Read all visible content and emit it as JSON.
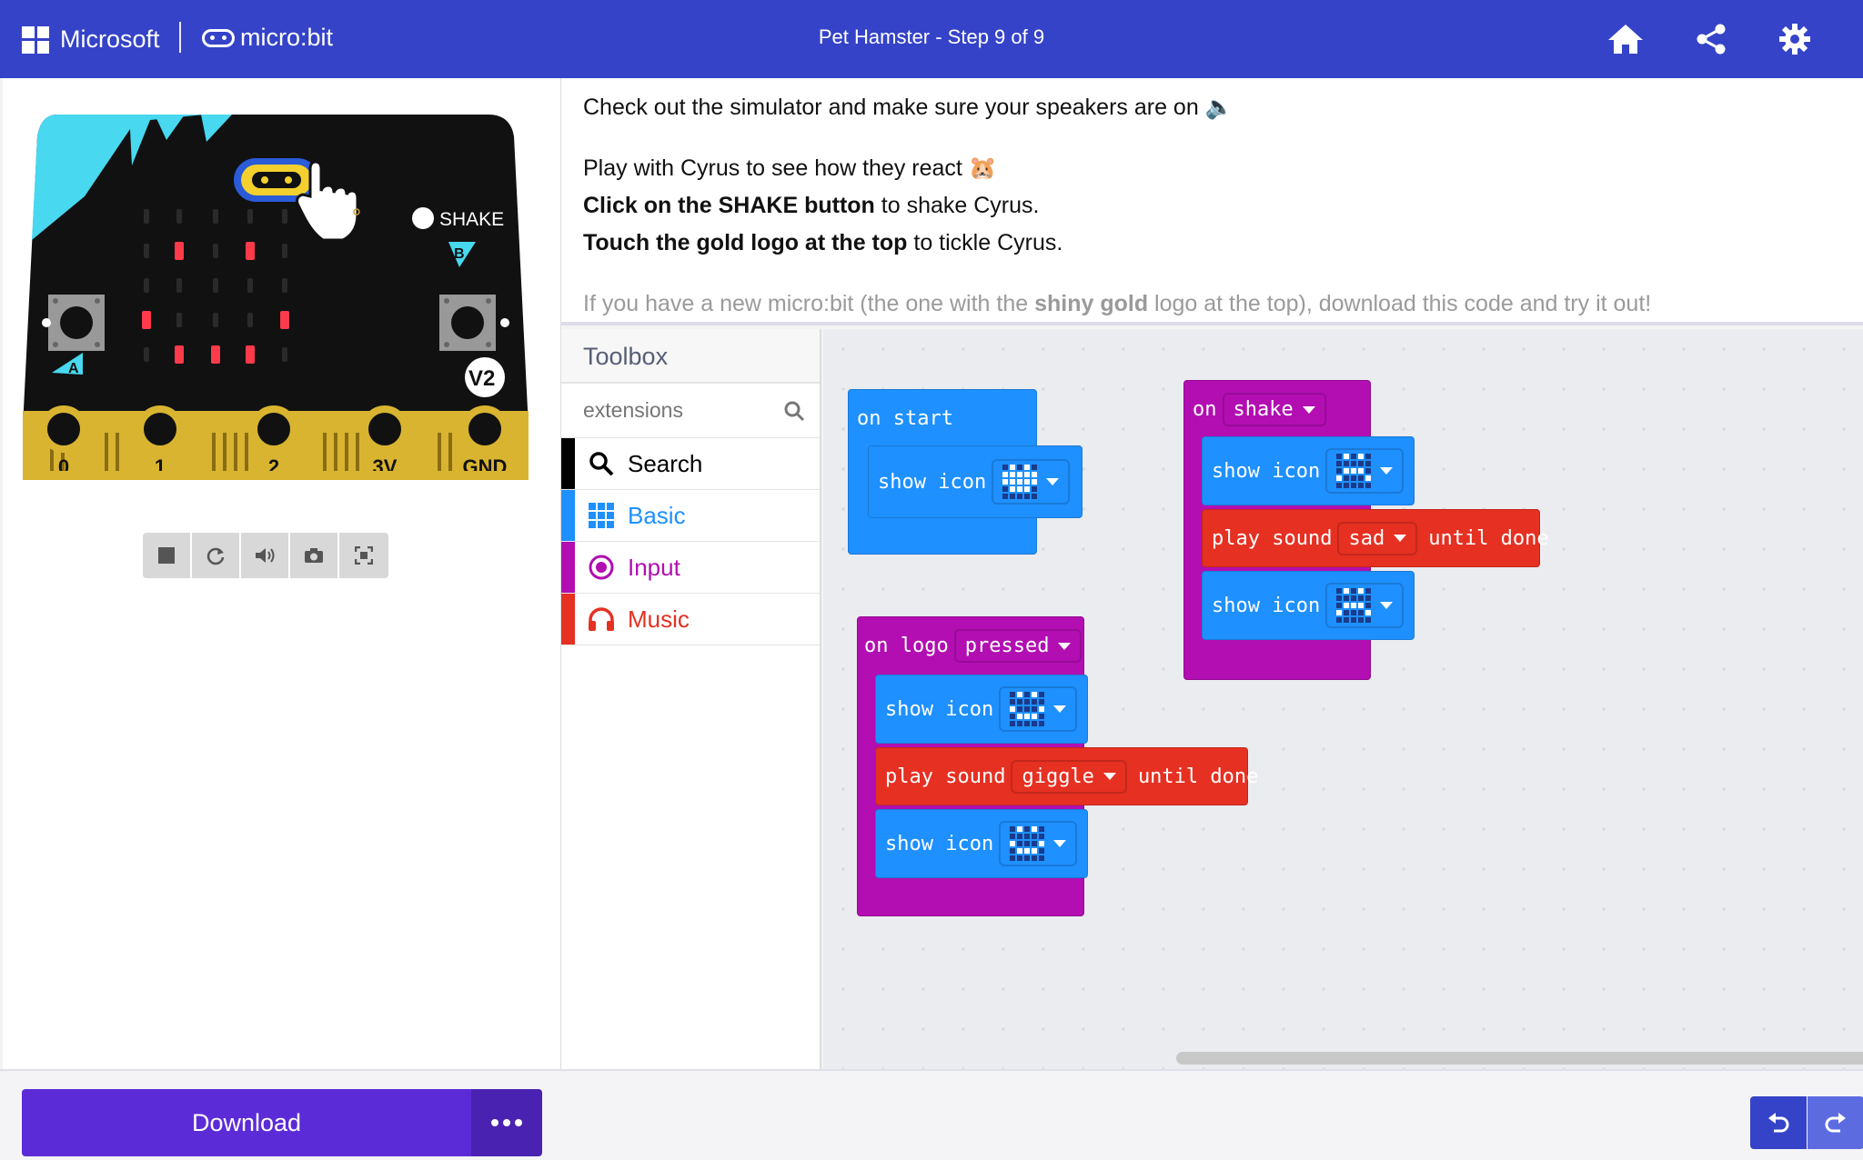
{
  "header": {
    "brand": "Microsoft",
    "product": "micro:bit",
    "title": "Pet Hamster  -  Step 9 of 9",
    "icons": [
      "home-icon",
      "share-icon",
      "settings-gear-icon"
    ]
  },
  "simulator": {
    "shake_label": "SHAKE",
    "button_a": "A",
    "button_b": "B",
    "version": "V2",
    "pins": [
      "0",
      "1",
      "2",
      "3V",
      "GND"
    ],
    "led_matrix": [
      [
        0,
        0,
        0,
        0,
        0
      ],
      [
        0,
        1,
        0,
        1,
        0
      ],
      [
        0,
        0,
        0,
        0,
        0
      ],
      [
        1,
        0,
        0,
        0,
        1
      ],
      [
        0,
        1,
        1,
        1,
        0
      ]
    ],
    "controls": [
      "stop-icon",
      "restart-icon",
      "volume-icon",
      "screenshot-icon",
      "fullscreen-icon"
    ]
  },
  "instructions": {
    "line1": "Check out the simulator and make sure your speakers are on 🔈",
    "line2": "Play with Cyrus to see how they react 🐹",
    "line3_bold": "Click on the SHAKE button",
    "line3_rest": " to shake Cyrus.",
    "line4_bold": "Touch the gold logo at the top",
    "line4_rest": " to tickle Cyrus.",
    "line5_pre": "If you have a new micro:bit (the one with the ",
    "line5_bold": "shiny gold",
    "line5_post": " logo at the top), download this code and try it out!"
  },
  "toolbox": {
    "title": "Toolbox",
    "search_placeholder": "extensions",
    "categories": [
      {
        "label": "Search",
        "color": "#000000",
        "icon": "search-icon"
      },
      {
        "label": "Basic",
        "color": "#1e90ff",
        "icon": "grid-icon"
      },
      {
        "label": "Input",
        "color": "#b20eb2",
        "icon": "target-icon"
      },
      {
        "label": "Music",
        "color": "#e63022",
        "icon": "headphones-icon"
      }
    ]
  },
  "blocks": {
    "on_start": {
      "label": "on start",
      "show_icon": "show icon"
    },
    "on_shake": {
      "on": "on",
      "event": "shake",
      "show_icon_1": "show icon",
      "play_sound": "play sound",
      "sound": "sad",
      "until_done": "until done",
      "show_icon_2": "show icon"
    },
    "on_logo": {
      "on_logo": "on logo",
      "event": "pressed",
      "show_icon_1": "show icon",
      "play_sound": "play sound",
      "sound": "giggle",
      "until_done": "until done",
      "show_icon_2": "show icon"
    },
    "colors": {
      "basic": "#1e90ff",
      "input": "#b20eb2",
      "music": "#e63022"
    }
  },
  "footer": {
    "download_label": "Download",
    "more_icon": "ellipsis-icon",
    "undo_icon": "undo-icon",
    "redo_icon": "redo-icon"
  }
}
